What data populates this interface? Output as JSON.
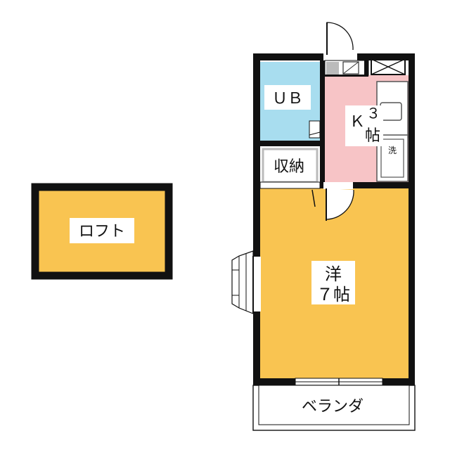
{
  "rooms": {
    "loft": {
      "label": "ロフト"
    },
    "bath": {
      "label": "ＵＢ"
    },
    "storage": {
      "label": "収納"
    },
    "kitchen": {
      "label_k": "Ｋ",
      "label_size": "３",
      "label_unit": "帖"
    },
    "laundry": {
      "label": "洗"
    },
    "western": {
      "label_type": "洋",
      "label_size": "７帖"
    },
    "balcony": {
      "label": "ベランダ"
    }
  },
  "colors": {
    "wall": "#111111",
    "loft_fill": "#f9c451",
    "western_fill": "#f9c451",
    "bath_fill": "#a8ddef",
    "kitchen_fill": "#f7c4c6",
    "storage_fill": "#ffffff",
    "fixture_stroke": "#555555"
  }
}
